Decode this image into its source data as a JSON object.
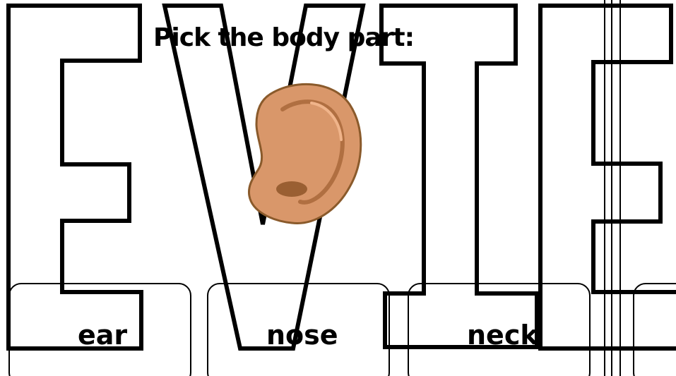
{
  "question": {
    "prompt": "Pick the body part:"
  },
  "picture": {
    "icon": "ear-icon",
    "skin_color": "#d9976a",
    "shadow_color": "#b06f41",
    "outline_color": "#8a5a2b"
  },
  "choices": [
    {
      "label": "ear"
    },
    {
      "label": "nose"
    },
    {
      "label": "neck"
    }
  ],
  "colors": {
    "text": "#000000",
    "background": "#ffffff",
    "outline": "#000000"
  }
}
